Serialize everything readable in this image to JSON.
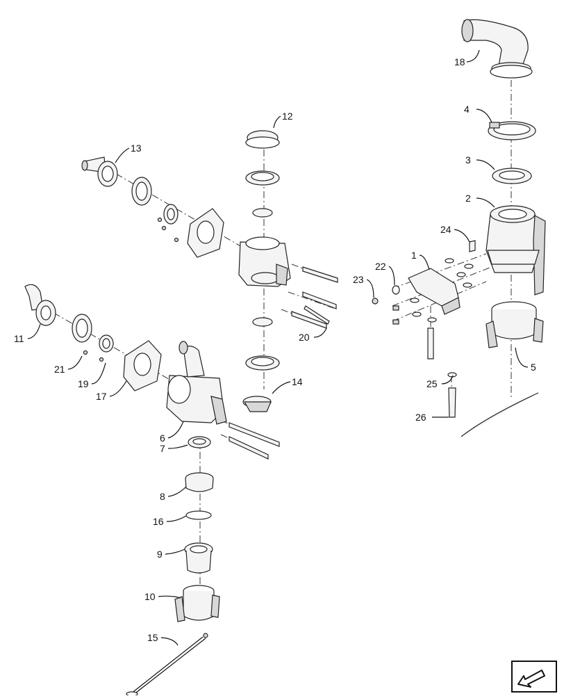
{
  "diagram": {
    "callouts": [
      "1",
      "2",
      "3",
      "4",
      "5",
      "6",
      "7",
      "8",
      "9",
      "10",
      "11",
      "12",
      "13",
      "14",
      "15",
      "16",
      "17",
      "18",
      "19",
      "20",
      "21",
      "22",
      "23",
      "24",
      "25",
      "26"
    ]
  },
  "navigation": {
    "icon": "next-page-arrow-icon"
  }
}
